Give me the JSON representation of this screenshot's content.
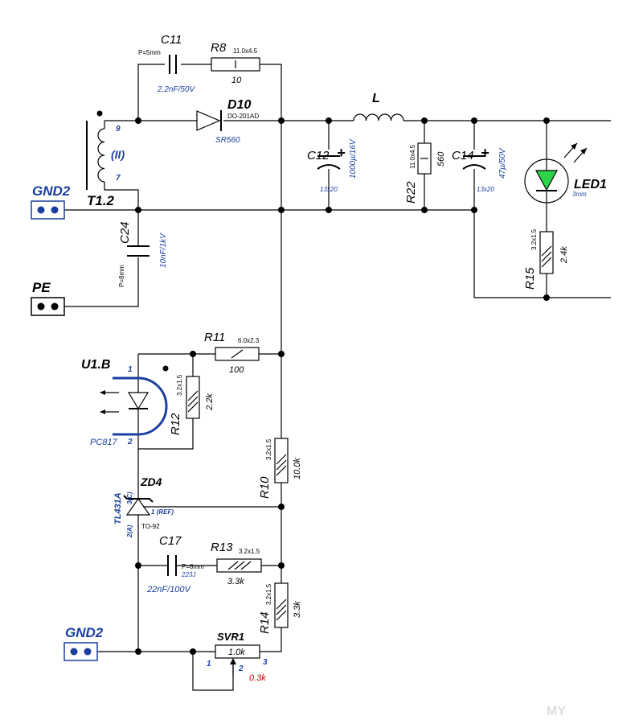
{
  "labels": {
    "c11_ref": "C11",
    "c11_pitch": "P=5mm",
    "c11_val": "2.2nF/50V",
    "r8_ref": "R8",
    "r8_size": "11.0x4.5",
    "r8_val": "10",
    "d10_ref": "D10",
    "d10_pkg": "DO-201AD",
    "d10_val": "SR560",
    "l_ref": "L",
    "t_pin9": "9",
    "t_pin7": "7",
    "t_winding": "(II)",
    "t_ref": "T1.2",
    "gnd_top": "GND2",
    "gnd_bottom": "GND2",
    "pe": "PE",
    "c12_ref": "C12",
    "c12_val": "1000µ/16V",
    "c12_size": "13x20",
    "r22_ref": "R22",
    "r22_size": "11.0x4.5",
    "r22_val": "560",
    "c14_ref": "C14",
    "c14_val": "47µ/50V",
    "c14_size": "13x20",
    "led_ref": "LED1",
    "led_size": "3mm",
    "r15_ref": "R15",
    "r15_size": "3.2x1.5",
    "r15_val": "2.4k",
    "c24_ref": "C24",
    "c24_pitch": "P=8mm",
    "c24_val": "10nF/1kV",
    "u1_ref": "U1.B",
    "u1_pin1": "1",
    "u1_pin2": "2",
    "u1_val": "PC817",
    "r11_ref": "R11",
    "r11_size": "6.0x2.3",
    "r11_val": "100",
    "r12_ref": "R12",
    "r12_size": "3.2x1.5",
    "r12_val": "2.2k",
    "r10_ref": "R10",
    "r10_size": "3.2x1.5",
    "r10_val": "10.0k",
    "zd4_ref": "ZD4",
    "zd4_val": "TL431A",
    "zd4_pin3": "3(C)",
    "zd4_pin2": "2(A)",
    "zd4_pin1": "1 (REF)",
    "zd4_pkg": "TO-92",
    "c17_ref": "C17",
    "c17_pitch": "P=8mm",
    "c17_code": "223J",
    "c17_val": "22nF/100V",
    "r13_ref": "R13",
    "r13_size": "3.2x1.5",
    "r13_val": "3.3k",
    "r14_ref": "R14",
    "r14_size": "3.2x1.5",
    "r14_val": "3.3k",
    "svr1_ref": "SVR1",
    "svr1_val": "1.0k",
    "svr1_pin1": "1",
    "svr1_pin2": "2",
    "svr1_pin3": "3",
    "svr1_set": "0.3k",
    "plus": "+",
    "watermark": "MY"
  },
  "colors": {
    "wire": "#000000",
    "label_blue": "#1a3fa0",
    "led_fill": "#2fd34a",
    "setting_red": "#d00000",
    "connector_blue": "#1a3fa0"
  }
}
